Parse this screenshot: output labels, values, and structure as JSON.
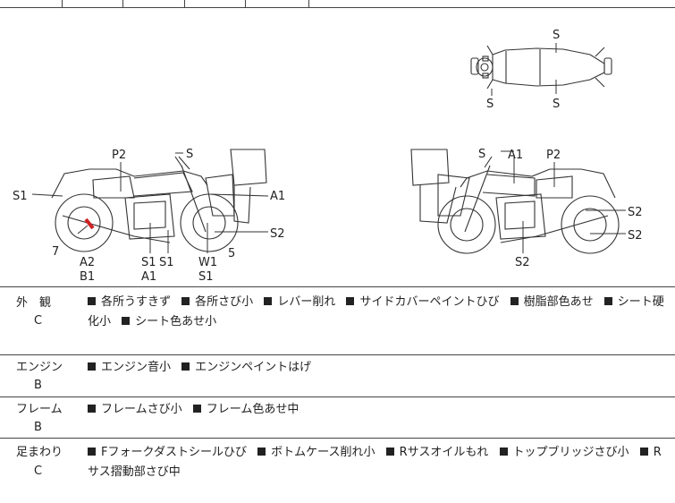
{
  "diagram": {
    "labels": {
      "top_s1": "S",
      "top_s2": "S",
      "top_s3": "S",
      "l_s": "S",
      "l_p2": "P2",
      "l_s1": "S1",
      "l_a1": "A1",
      "l_s2": "S2",
      "l_7": "7",
      "l_a2": "A2",
      "l_b1": "B1",
      "l_s1a": "S1",
      "l_s1b": "S1",
      "l_a1b": "A1",
      "l_w1": "W1",
      "l_s1c": "S1",
      "l_5": "5",
      "r_s": "S",
      "r_a1": "A1",
      "r_p2": "P2",
      "r_s2a": "S2",
      "r_s2b": "S2",
      "r_s2c": "S2"
    }
  },
  "sections": [
    {
      "name": "外　観",
      "grade": "C",
      "items": [
        "各所うすきず",
        "各所さび小",
        "レバー削れ",
        "サイドカバーペイントひび",
        "樹脂部色あせ",
        "シート硬化小",
        "シート色あせ小"
      ]
    },
    {
      "name": "エンジン",
      "grade": "B",
      "items": [
        "エンジン音小",
        "エンジンペイントはげ"
      ]
    },
    {
      "name": "フレーム",
      "grade": "B",
      "items": [
        "フレームさび小",
        "フレーム色あせ中"
      ]
    },
    {
      "name": "足まわり",
      "grade": "C",
      "items": [
        "Fフォークダストシールひび",
        "ボトムケース削れ小",
        "Rサスオイルもれ",
        "トップブリッジさび小",
        "Rサス摺動部さび中"
      ]
    }
  ]
}
